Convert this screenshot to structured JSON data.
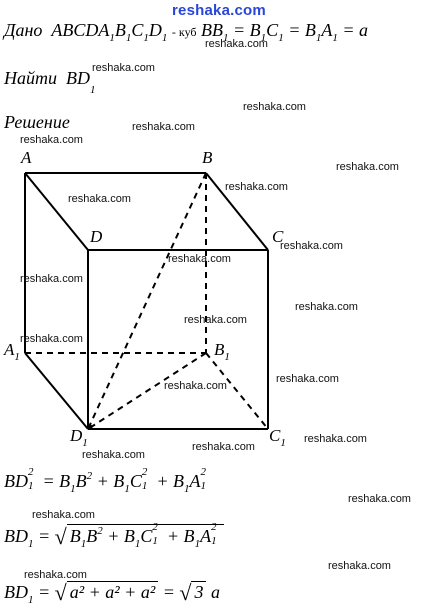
{
  "watermark_top": "reshaka.com",
  "watermark": "reshaka.com",
  "given": {
    "label": "Дано",
    "cube_name": "ABCDA",
    "cube_name_tail": [
      "B",
      "C",
      "D"
    ],
    "cube_word": "- куб",
    "equation": "BB",
    "parts": [
      "= B",
      "C",
      "= B",
      "A",
      "= a"
    ]
  },
  "find": {
    "label": "Найти",
    "target": "BD",
    "target_sub": "1"
  },
  "solution_label": "Решение",
  "vertices": {
    "A": "A",
    "B": "B",
    "C": "C",
    "D": "D",
    "A1": "A",
    "B1": "B",
    "C1": "C",
    "D1": "D",
    "sub1": "1"
  },
  "formulas": {
    "f1": {
      "lhs": "BD",
      "rhs": "= B",
      "t1": "B",
      "t2": "+ B",
      "t3": "C",
      "t4": "+ B",
      "t5": "A",
      "sub": "1",
      "exp": "2"
    },
    "f2": {
      "lhs": "BD",
      "eq": "=",
      "t1": "B",
      "t2": "B",
      "t3": "+ B",
      "t4": "C",
      "t5": "+ B",
      "t6": "A",
      "sub": "1",
      "exp": "2"
    },
    "f3": {
      "lhs": "BD",
      "eq": "=",
      "radicand": "a² + a² + a²",
      "eq2": "=",
      "rad3": "3",
      "tail": "a",
      "sub": "1"
    }
  }
}
